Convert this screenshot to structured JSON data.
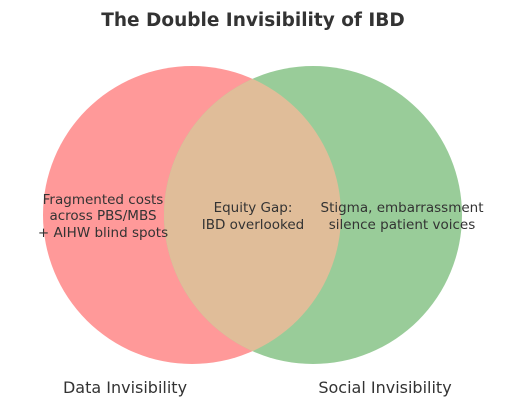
{
  "title": "The Double Invisibility of IBD",
  "colors": {
    "left_circle": "#ff9999",
    "right_circle": "#99cc99",
    "overlap": "#e0bd99",
    "text": "#333333"
  },
  "sets": {
    "left": {
      "label": "Data Invisibility",
      "text_line1": "Fragmented costs",
      "text_line2": "across PBS/MBS",
      "text_line3": "+ AIHW blind spots"
    },
    "right": {
      "label": "Social Invisibility",
      "text_line1": "Stigma, embarrassment",
      "text_line2": "silence patient voices"
    },
    "overlap": {
      "text_line1": "Equity Gap:",
      "text_line2": "IBD overlooked"
    }
  }
}
